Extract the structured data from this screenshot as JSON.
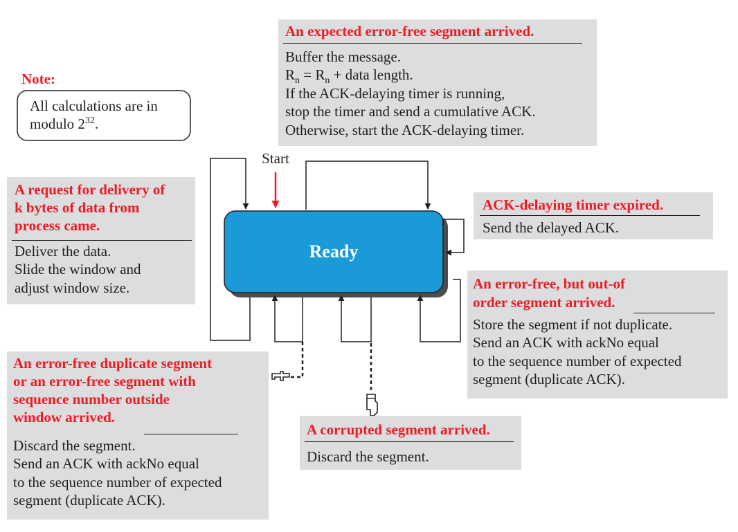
{
  "colors": {
    "heading": "#ed1c24",
    "panel_bg": "#dcdddf",
    "state_fill": "#1a9ad9",
    "state_shadow": "#4d4d4f",
    "start_arrow": "#ed1c24",
    "line": "#231f20"
  },
  "note": {
    "title": "Note:",
    "line1": "All calculations are in",
    "line2_prefix": "modulo 2",
    "line2_sup": "32",
    "line2_suffix": "."
  },
  "state": {
    "label": "Ready"
  },
  "start_label": "Start",
  "icons": [
    "pointing-hand-icon",
    "pointing-hand-down-icon"
  ],
  "events": {
    "expected_segment": {
      "heading": [
        "An expected error-free segment arrived."
      ],
      "line1": "Buffer the message.",
      "line2": {
        "r1": "R",
        "s1": "n",
        "mid": " = R",
        "s2": "n",
        "rest": " + data length."
      },
      "actions": [
        "If the ACK-delaying timer is running,",
        "stop the timer and send a cumulative ACK.",
        "Otherwise, start the ACK-delaying timer."
      ]
    },
    "delivery_request": {
      "heading": [
        "A request for delivery of",
        "k bytes of data from",
        "process came."
      ],
      "actions": [
        "Deliver the data.",
        "Slide the window and",
        "adjust window size."
      ]
    },
    "timer_expired": {
      "heading": [
        "ACK-delaying timer expired."
      ],
      "actions": [
        "Send the delayed ACK."
      ]
    },
    "out_of_order": {
      "heading": [
        "An error-free, but out-of",
        "order segment arrived."
      ],
      "actions": [
        "Store the segment if not duplicate.",
        "Send an ACK with ackNo equal",
        "to the sequence number of expected",
        "segment (duplicate ACK)."
      ]
    },
    "duplicate_segment": {
      "heading": [
        "An error-free duplicate segment",
        "or an error-free segment with",
        "sequence number outside",
        "window arrived."
      ],
      "actions": [
        "Discard the segment.",
        "Send an ACK with ackNo equal",
        "to the sequence number of expected",
        "segment (duplicate ACK)."
      ]
    },
    "corrupted_segment": {
      "heading": [
        "A corrupted segment arrived."
      ],
      "actions": [
        "Discard the segment."
      ]
    }
  }
}
